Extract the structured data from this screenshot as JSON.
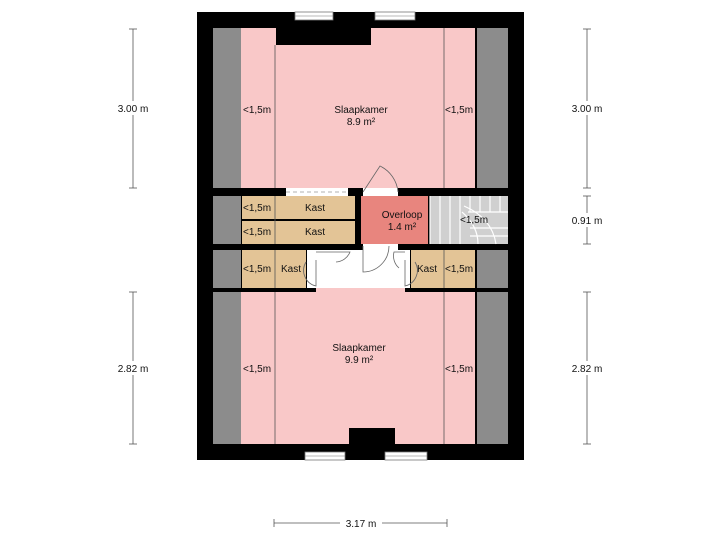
{
  "colors": {
    "wall": "#000000",
    "low_ceiling": "#8c8c8c",
    "bedroom": "#f9c8c8",
    "landing": "#e8857e",
    "closet": "#e3c496",
    "stair": "#d0d0d0"
  },
  "rooms": {
    "top_bedroom": {
      "name": "Slaapkamer",
      "area": "8.9 m²"
    },
    "bottom_bedroom": {
      "name": "Slaapkamer",
      "area": "9.9 m²"
    },
    "landing": {
      "name": "Overloop",
      "area": "1.4 m²"
    },
    "closet_top": "Kast",
    "closet_mid": "Kast",
    "closet_left": "Kast",
    "closet_right": "Kast"
  },
  "ceiling_marks": {
    "top_left": "<1,5m",
    "top_right": "<1,5m",
    "closet_top": "<1,5m",
    "closet_mid": "<1,5m",
    "closet_left": "<1,5m",
    "closet_right": "<1,5m",
    "stair": "<1,5m",
    "bottom_left": "<1,5m",
    "bottom_right": "<1,5m"
  },
  "dimensions": {
    "left_top": "3.00 m",
    "left_bottom": "2.82 m",
    "right_top": "3.00 m",
    "right_mid": "0.91 m",
    "right_bottom": "2.82 m",
    "bottom_width": "3.17 m"
  }
}
